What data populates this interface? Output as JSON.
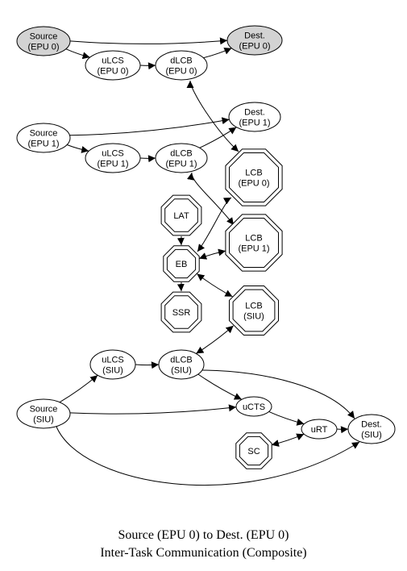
{
  "diagram": {
    "nodes": [
      {
        "id": "src_epu0",
        "lines": [
          "Source",
          "(EPU 0)"
        ],
        "shape": "ellipse",
        "fill": "#d3d3d3"
      },
      {
        "id": "dest_epu0",
        "lines": [
          "Dest.",
          "(EPU 0)"
        ],
        "shape": "ellipse",
        "fill": "#d3d3d3"
      },
      {
        "id": "ulcs_epu0",
        "lines": [
          "uLCS",
          "(EPU 0)"
        ],
        "shape": "ellipse",
        "fill": "#ffffff"
      },
      {
        "id": "dlcb_epu0",
        "lines": [
          "dLCB",
          "(EPU 0)"
        ],
        "shape": "ellipse",
        "fill": "#ffffff"
      },
      {
        "id": "src_epu1",
        "lines": [
          "Source",
          "(EPU 1)"
        ],
        "shape": "ellipse",
        "fill": "#ffffff"
      },
      {
        "id": "dest_epu1",
        "lines": [
          "Dest.",
          "(EPU 1)"
        ],
        "shape": "ellipse",
        "fill": "#ffffff"
      },
      {
        "id": "ulcs_epu1",
        "lines": [
          "uLCS",
          "(EPU 1)"
        ],
        "shape": "ellipse",
        "fill": "#ffffff"
      },
      {
        "id": "dlcb_epu1",
        "lines": [
          "dLCB",
          "(EPU 1)"
        ],
        "shape": "ellipse",
        "fill": "#ffffff"
      },
      {
        "id": "lcb_epu0",
        "lines": [
          "LCB",
          "(EPU 0)"
        ],
        "shape": "doubleoctagon",
        "fill": "#ffffff"
      },
      {
        "id": "lat",
        "lines": [
          "LAT"
        ],
        "shape": "doubleoctagon",
        "fill": "#ffffff"
      },
      {
        "id": "lcb_epu1",
        "lines": [
          "LCB",
          "(EPU 1)"
        ],
        "shape": "doubleoctagon",
        "fill": "#ffffff"
      },
      {
        "id": "eb",
        "lines": [
          "EB"
        ],
        "shape": "doubleoctagon",
        "fill": "#ffffff"
      },
      {
        "id": "ssr",
        "lines": [
          "SSR"
        ],
        "shape": "doubleoctagon",
        "fill": "#ffffff"
      },
      {
        "id": "lcb_siu",
        "lines": [
          "LCB",
          "(SIU)"
        ],
        "shape": "doubleoctagon",
        "fill": "#ffffff"
      },
      {
        "id": "ulcs_siu",
        "lines": [
          "uLCS",
          "(SIU)"
        ],
        "shape": "ellipse",
        "fill": "#ffffff"
      },
      {
        "id": "dlcb_siu",
        "lines": [
          "dLCB",
          "(SIU)"
        ],
        "shape": "ellipse",
        "fill": "#ffffff"
      },
      {
        "id": "src_siu",
        "lines": [
          "Source",
          "(SIU)"
        ],
        "shape": "ellipse",
        "fill": "#ffffff"
      },
      {
        "id": "ucts",
        "lines": [
          "uCTS"
        ],
        "shape": "ellipse",
        "fill": "#ffffff"
      },
      {
        "id": "urt",
        "lines": [
          "uRT"
        ],
        "shape": "ellipse",
        "fill": "#ffffff"
      },
      {
        "id": "dest_siu",
        "lines": [
          "Dest.",
          "(SIU)"
        ],
        "shape": "ellipse",
        "fill": "#ffffff"
      },
      {
        "id": "sc",
        "lines": [
          "SC"
        ],
        "shape": "doubleoctagon",
        "fill": "#ffffff"
      }
    ],
    "edges": [
      {
        "from": "src_epu0",
        "to": "dest_epu0",
        "dir": "forward"
      },
      {
        "from": "src_epu0",
        "to": "ulcs_epu0",
        "dir": "forward"
      },
      {
        "from": "ulcs_epu0",
        "to": "dlcb_epu0",
        "dir": "forward"
      },
      {
        "from": "dlcb_epu0",
        "to": "dest_epu0",
        "dir": "forward"
      },
      {
        "from": "dlcb_epu0",
        "to": "lcb_epu0",
        "dir": "both"
      },
      {
        "from": "src_epu1",
        "to": "dest_epu1",
        "dir": "forward"
      },
      {
        "from": "src_epu1",
        "to": "ulcs_epu1",
        "dir": "forward"
      },
      {
        "from": "ulcs_epu1",
        "to": "dlcb_epu1",
        "dir": "forward"
      },
      {
        "from": "dlcb_epu1",
        "to": "dest_epu1",
        "dir": "forward"
      },
      {
        "from": "dlcb_epu1",
        "to": "lcb_epu1",
        "dir": "both"
      },
      {
        "from": "lat",
        "to": "eb",
        "dir": "forward"
      },
      {
        "from": "lcb_epu0",
        "to": "eb",
        "dir": "both"
      },
      {
        "from": "lcb_epu1",
        "to": "eb",
        "dir": "both"
      },
      {
        "from": "eb",
        "to": "ssr",
        "dir": "forward"
      },
      {
        "from": "eb",
        "to": "lcb_siu",
        "dir": "both"
      },
      {
        "from": "dlcb_siu",
        "to": "lcb_siu",
        "dir": "both"
      },
      {
        "from": "src_siu",
        "to": "ulcs_siu",
        "dir": "forward"
      },
      {
        "from": "ulcs_siu",
        "to": "dlcb_siu",
        "dir": "forward"
      },
      {
        "from": "dlcb_siu",
        "to": "ucts",
        "dir": "forward"
      },
      {
        "from": "dlcb_siu",
        "to": "dest_siu",
        "dir": "forward"
      },
      {
        "from": "src_siu",
        "to": "ucts",
        "dir": "forward"
      },
      {
        "from": "ucts",
        "to": "urt",
        "dir": "forward"
      },
      {
        "from": "urt",
        "to": "dest_siu",
        "dir": "forward"
      },
      {
        "from": "sc",
        "to": "urt",
        "dir": "both"
      },
      {
        "from": "src_siu",
        "to": "dest_siu",
        "dir": "forward"
      }
    ]
  },
  "caption": {
    "line1": "Source (EPU 0) to Dest. (EPU 0)",
    "line2": "Inter-Task Communication (Composite)"
  }
}
